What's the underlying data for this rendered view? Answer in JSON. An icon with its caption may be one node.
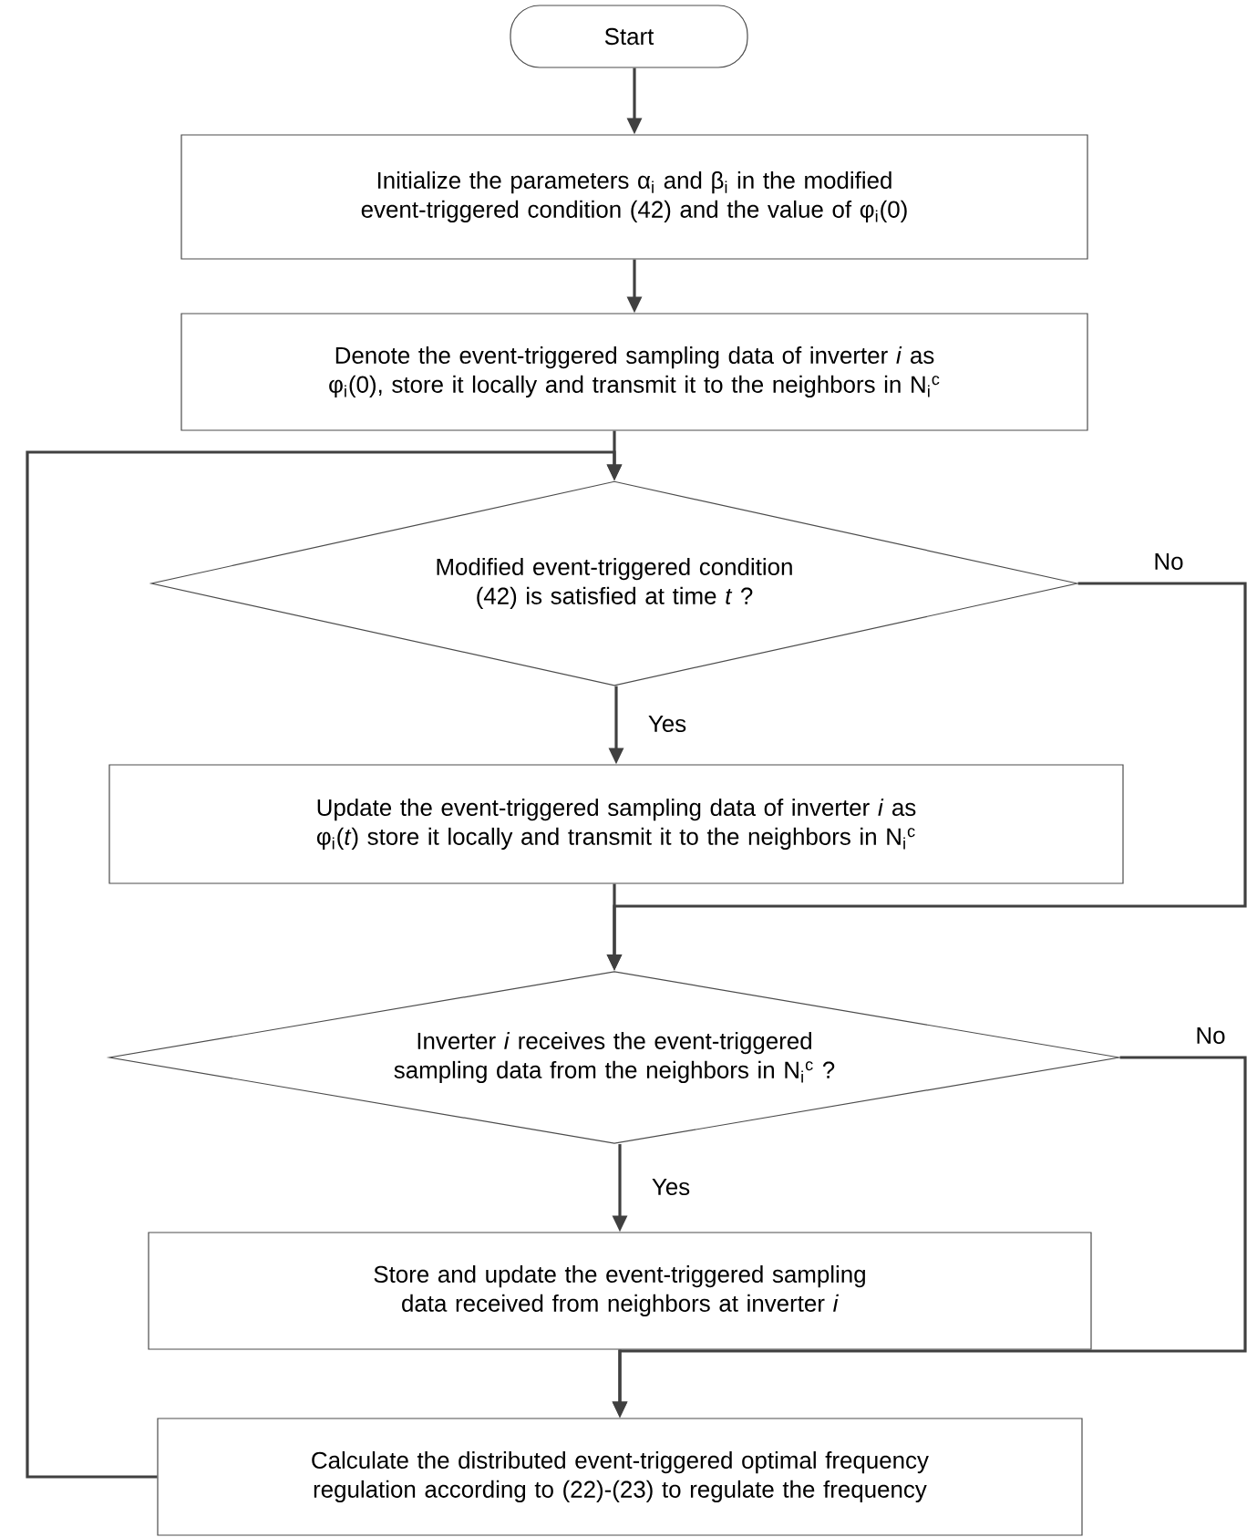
{
  "diagram": {
    "nodes": [
      {
        "text": [
          "Start"
        ]
      },
      {
        "text": [
          "Initialize the parameters α$_{i}$ and β$_{i}$ in the modified event-triggered condition (42) and the value of φ$_{i}$(0)"
        ]
      },
      {
        "text": [
          "Denote the event-triggered sampling data of inverter *i* as φ$_{i}$(0), store it locally and transmit it to the neighbors in N$_{i}$$^{c}$"
        ]
      },
      {
        "text": [
          "Modified event-triggered condition (42) is satisfied at time *t* ?"
        ]
      },
      {
        "text": [
          "Update the event-triggered sampling data of inverter *i* as φ$_{i}$(*t*) store it locally and transmit it to the neighbors in N$_{i}$$^{c}$"
        ]
      },
      {
        "text": [
          "Inverter *i* receives the event-triggered sampling data from the neighbors in N$_{i}$$^{c}$ ?"
        ]
      },
      {
        "text": [
          "Store and update the event-triggered sampling data received from neighbors at inverter *i*"
        ]
      },
      {
        "text": [
          "Calculate the distributed event-triggered optimal frequency regulation according to (22)-(23) to regulate the frequency"
        ]
      }
    ],
    "edges": [
      {
        "from": 0,
        "to": 1,
        "arrow": "to"
      },
      {
        "from": 1,
        "to": 2,
        "arrow": "to"
      },
      {
        "from": 2,
        "to": 3,
        "arrow": "to"
      },
      {
        "from": 3,
        "to": 4,
        "arrow": "to",
        "label": "Yes"
      },
      {
        "from": 4,
        "to": 5,
        "arrow": "to"
      },
      {
        "from": 5,
        "to": 6,
        "arrow": "to",
        "label": "Yes"
      },
      {
        "from": 6,
        "to": 7,
        "arrow": "to"
      },
      {
        "from": 7,
        "to": 3,
        "arrow": "to"
      },
      {
        "from": 3,
        "to": 5,
        "arrow": "to",
        "label": "No"
      },
      {
        "from": 5,
        "to": 7,
        "arrow": "to",
        "label": "No"
      }
    ]
  }
}
